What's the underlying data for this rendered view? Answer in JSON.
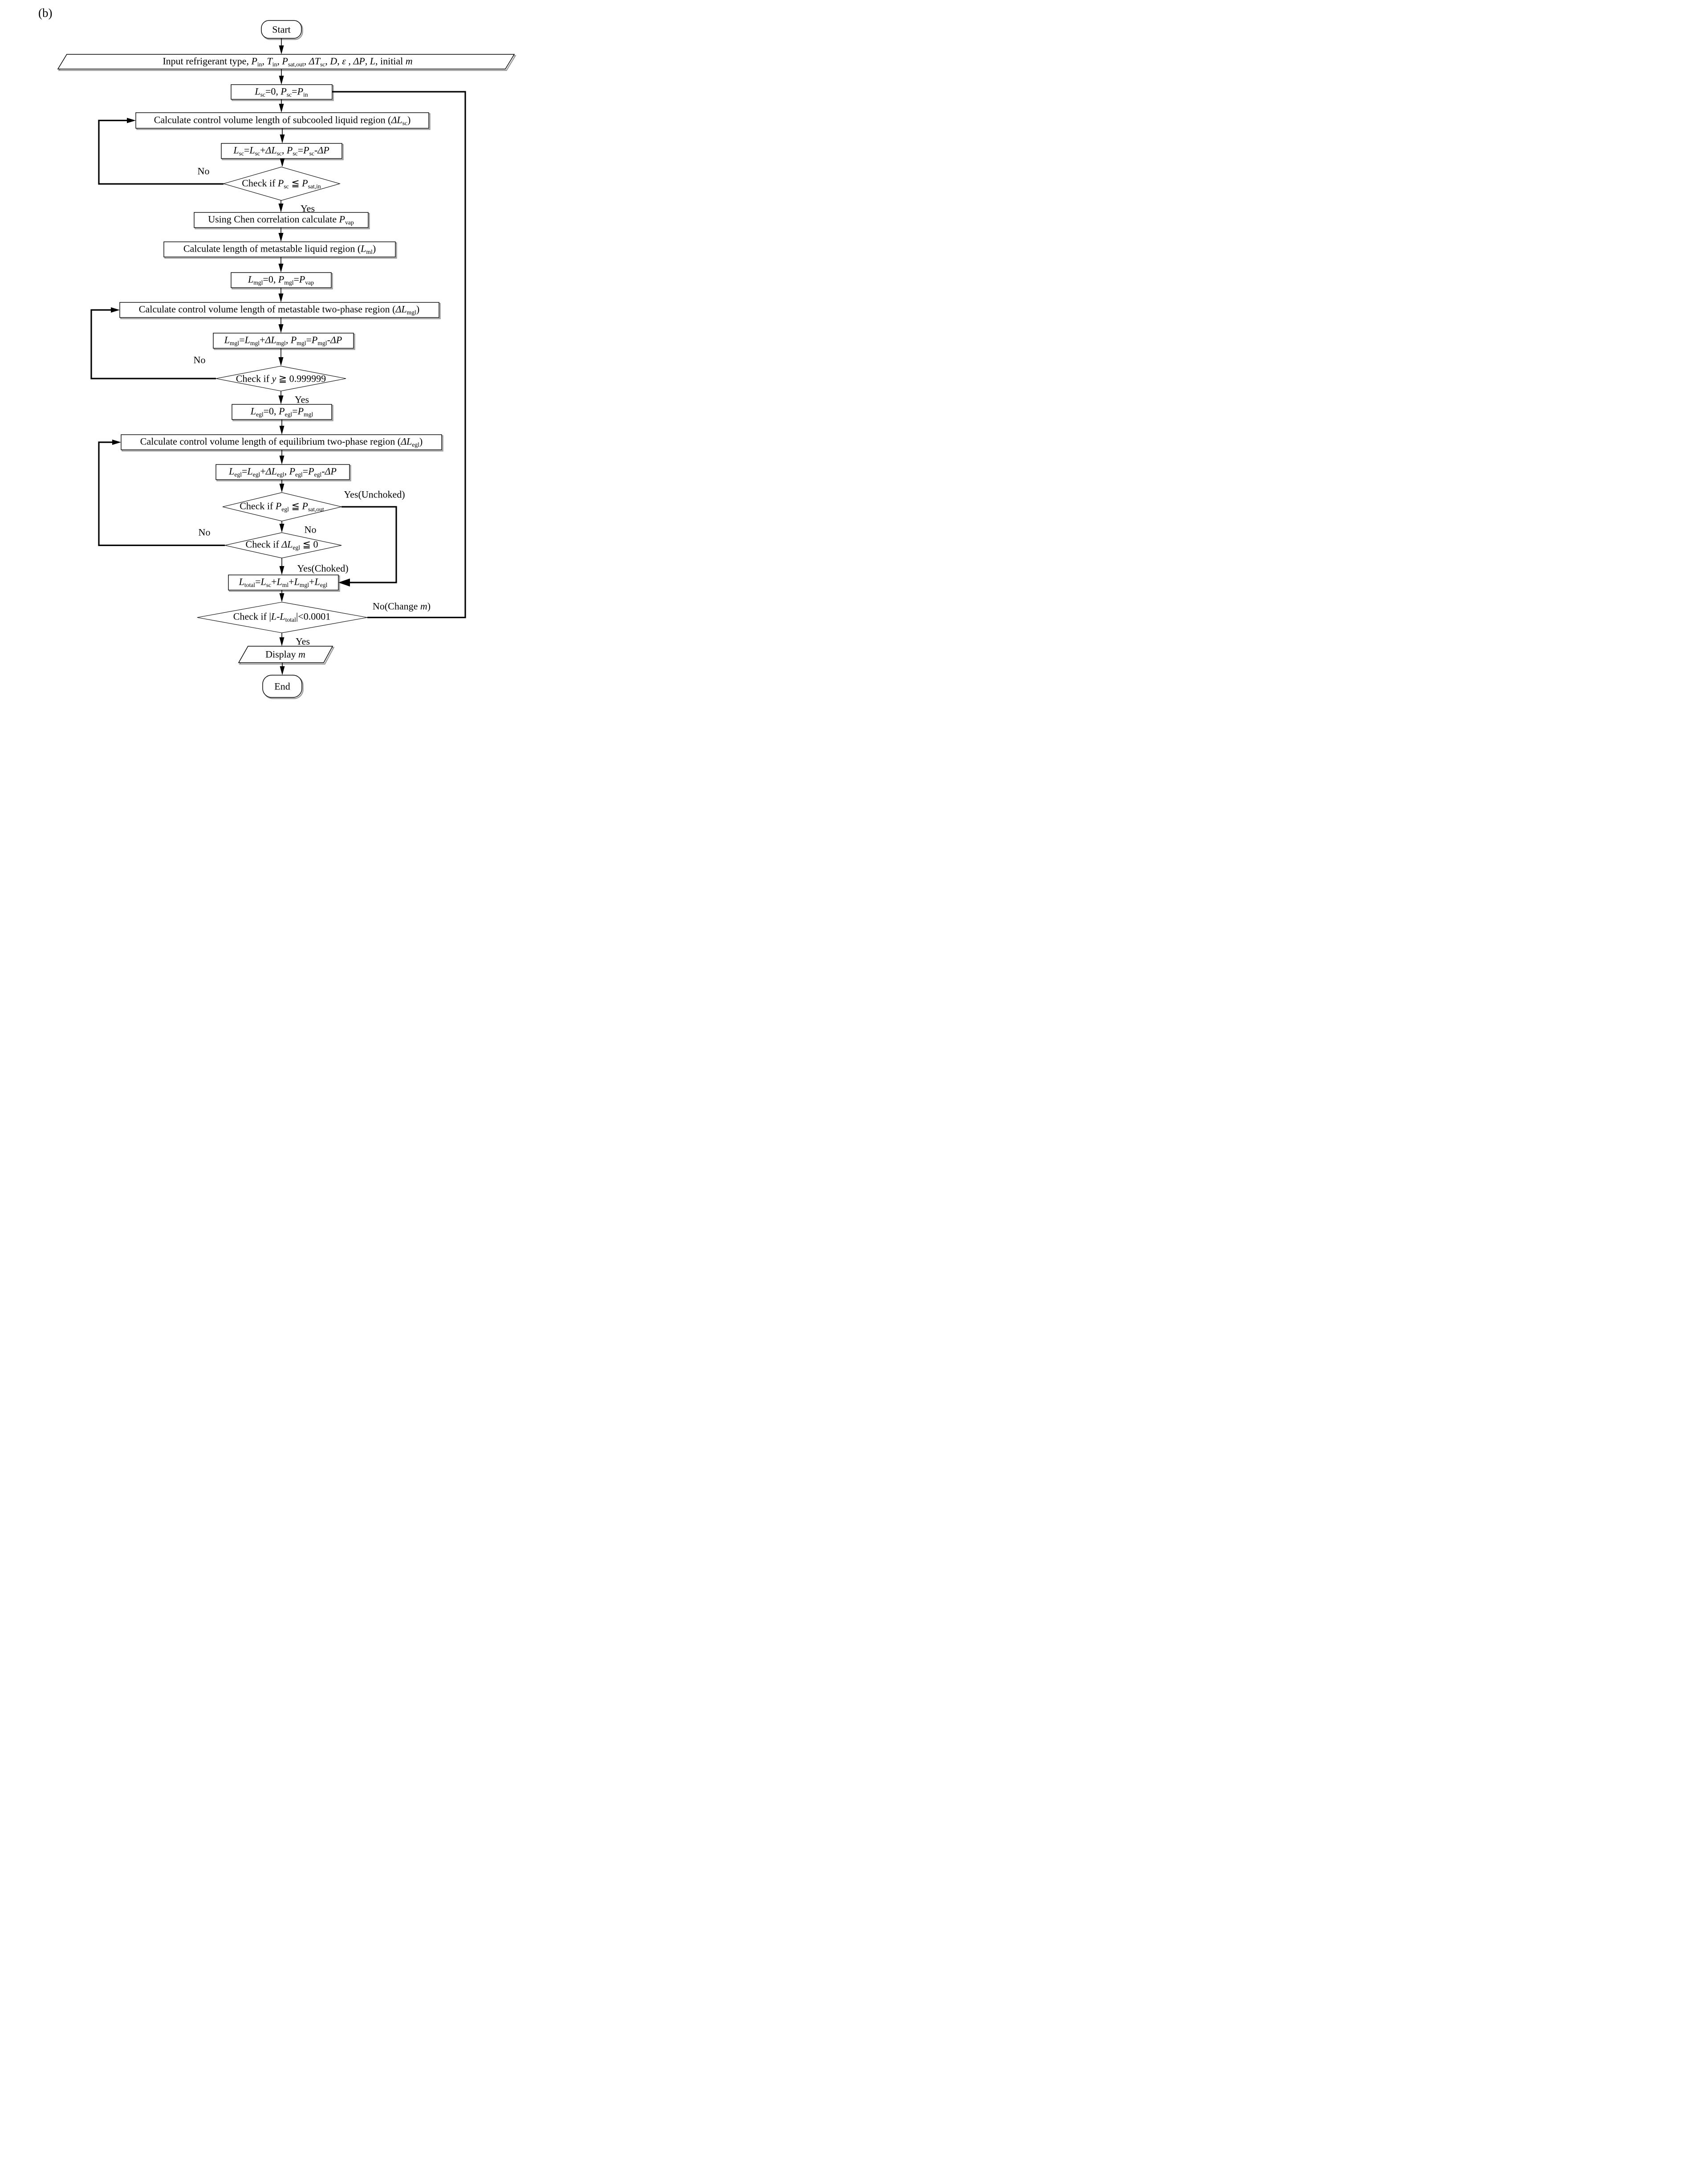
{
  "figure_label": "(b)",
  "colors": {
    "line": "#000000",
    "fill": "#ffffff",
    "shadow": "#9a9a9a"
  },
  "nodes": {
    "start": {
      "type": "terminator",
      "label": "Start"
    },
    "input": {
      "type": "io",
      "segments": [
        {
          "t": "Input refrigerant type, "
        },
        {
          "t": "P",
          "s": "i"
        },
        {
          "t": "in",
          "s": "sub"
        },
        {
          "t": ", "
        },
        {
          "t": "T",
          "s": "i"
        },
        {
          "t": "in",
          "s": "sub"
        },
        {
          "t": ", "
        },
        {
          "t": "P",
          "s": "i"
        },
        {
          "t": "sat,out",
          "s": "sub"
        },
        {
          "t": ", "
        },
        {
          "t": "ΔT",
          "s": "i"
        },
        {
          "t": "sc",
          "s": "sub"
        },
        {
          "t": ", "
        },
        {
          "t": "D",
          "s": "i"
        },
        {
          "t": ",  "
        },
        {
          "t": "ε",
          "s": "i"
        },
        {
          "t": " , "
        },
        {
          "t": "ΔP",
          "s": "i"
        },
        {
          "t": ", "
        },
        {
          "t": "L",
          "s": "i"
        },
        {
          "t": ", initial "
        },
        {
          "t": "m",
          "s": "i"
        }
      ]
    },
    "init_sc": {
      "type": "process",
      "segments": [
        {
          "t": "L",
          "s": "i"
        },
        {
          "t": "sc",
          "s": "sub"
        },
        {
          "t": "=0, "
        },
        {
          "t": "P",
          "s": "i"
        },
        {
          "t": "sc",
          "s": "sub"
        },
        {
          "t": "="
        },
        {
          "t": "P",
          "s": "i"
        },
        {
          "t": "in",
          "s": "sub"
        }
      ]
    },
    "calc_sc": {
      "type": "process",
      "segments": [
        {
          "t": "Calculate control volume length of subcooled liquid region ("
        },
        {
          "t": "ΔL",
          "s": "i"
        },
        {
          "t": "sc",
          "s": "sub"
        },
        {
          "t": ")"
        }
      ]
    },
    "update_sc": {
      "type": "process",
      "segments": [
        {
          "t": "L",
          "s": "i"
        },
        {
          "t": "sc",
          "s": "sub"
        },
        {
          "t": "="
        },
        {
          "t": "L",
          "s": "i"
        },
        {
          "t": "sc",
          "s": "sub"
        },
        {
          "t": "+"
        },
        {
          "t": "ΔL",
          "s": "i"
        },
        {
          "t": "sc",
          "s": "sub"
        },
        {
          "t": ", "
        },
        {
          "t": "P",
          "s": "i"
        },
        {
          "t": "sc",
          "s": "sub"
        },
        {
          "t": "="
        },
        {
          "t": "P",
          "s": "i"
        },
        {
          "t": "sc",
          "s": "sub"
        },
        {
          "t": "-"
        },
        {
          "t": "ΔP",
          "s": "i"
        }
      ]
    },
    "check_psc": {
      "type": "decision",
      "segments": [
        {
          "t": "Check if "
        },
        {
          "t": "P",
          "s": "i"
        },
        {
          "t": "sc",
          "s": "sub"
        },
        {
          "t": " ≦ "
        },
        {
          "t": "P",
          "s": "i"
        },
        {
          "t": "sat,in",
          "s": "sub"
        }
      ]
    },
    "chen": {
      "type": "process",
      "segments": [
        {
          "t": "Using Chen correlation calculate "
        },
        {
          "t": "P",
          "s": "i"
        },
        {
          "t": "vap",
          "s": "sub"
        }
      ]
    },
    "calc_ml": {
      "type": "process",
      "segments": [
        {
          "t": "Calculate length of metastable liquid region ("
        },
        {
          "t": "L",
          "s": "i"
        },
        {
          "t": "ml",
          "s": "sub"
        },
        {
          "t": ")"
        }
      ]
    },
    "init_mgl": {
      "type": "process",
      "segments": [
        {
          "t": "L",
          "s": "i"
        },
        {
          "t": "mgl",
          "s": "sub"
        },
        {
          "t": "=0, "
        },
        {
          "t": "P",
          "s": "i"
        },
        {
          "t": "mgl",
          "s": "sub"
        },
        {
          "t": "="
        },
        {
          "t": "P",
          "s": "i"
        },
        {
          "t": "vap",
          "s": "sub"
        }
      ]
    },
    "calc_mgl": {
      "type": "process",
      "segments": [
        {
          "t": "Calculate control volume length of  metastable two-phase region ("
        },
        {
          "t": "ΔL",
          "s": "i"
        },
        {
          "t": "mgl",
          "s": "sub"
        },
        {
          "t": ")"
        }
      ]
    },
    "update_mgl": {
      "type": "process",
      "segments": [
        {
          "t": "L",
          "s": "i"
        },
        {
          "t": "mgl",
          "s": "sub"
        },
        {
          "t": "="
        },
        {
          "t": "L",
          "s": "i"
        },
        {
          "t": "mgl",
          "s": "sub"
        },
        {
          "t": "+"
        },
        {
          "t": "ΔL",
          "s": "i"
        },
        {
          "t": "mgl",
          "s": "sub"
        },
        {
          "t": ", "
        },
        {
          "t": "P",
          "s": "i"
        },
        {
          "t": "mgl",
          "s": "sub"
        },
        {
          "t": "="
        },
        {
          "t": "P",
          "s": "i"
        },
        {
          "t": "mgl",
          "s": "sub"
        },
        {
          "t": "-"
        },
        {
          "t": "ΔP",
          "s": "i"
        }
      ]
    },
    "check_y": {
      "type": "decision",
      "segments": [
        {
          "t": "Check if "
        },
        {
          "t": "y",
          "s": "i"
        },
        {
          "t": " ≧ 0.999999"
        }
      ]
    },
    "init_egl": {
      "type": "process",
      "segments": [
        {
          "t": "L",
          "s": "i"
        },
        {
          "t": "egl",
          "s": "sub"
        },
        {
          "t": "=0, "
        },
        {
          "t": "P",
          "s": "i"
        },
        {
          "t": "egl",
          "s": "sub"
        },
        {
          "t": "="
        },
        {
          "t": "P",
          "s": "i"
        },
        {
          "t": "mgl",
          "s": "sub"
        }
      ]
    },
    "calc_egl": {
      "type": "process",
      "segments": [
        {
          "t": "Calculate control volume length of equilibrium two-phase region ("
        },
        {
          "t": "ΔL",
          "s": "i"
        },
        {
          "t": "egl",
          "s": "sub"
        },
        {
          "t": ")"
        }
      ]
    },
    "update_egl": {
      "type": "process",
      "segments": [
        {
          "t": "L",
          "s": "i"
        },
        {
          "t": "egl",
          "s": "sub"
        },
        {
          "t": "="
        },
        {
          "t": "L",
          "s": "i"
        },
        {
          "t": "egl",
          "s": "sub"
        },
        {
          "t": "+"
        },
        {
          "t": "ΔL",
          "s": "i"
        },
        {
          "t": "egl",
          "s": "sub"
        },
        {
          "t": ", "
        },
        {
          "t": "P",
          "s": "i"
        },
        {
          "t": "egl",
          "s": "sub"
        },
        {
          "t": "="
        },
        {
          "t": "P",
          "s": "i"
        },
        {
          "t": "egl",
          "s": "sub"
        },
        {
          "t": "-"
        },
        {
          "t": "ΔP",
          "s": "i"
        }
      ]
    },
    "check_pegl": {
      "type": "decision",
      "segments": [
        {
          "t": "Check if "
        },
        {
          "t": "P",
          "s": "i"
        },
        {
          "t": "egl",
          "s": "sub"
        },
        {
          "t": " ≦ "
        },
        {
          "t": "P",
          "s": "i"
        },
        {
          "t": "sat,out",
          "s": "sub"
        }
      ]
    },
    "check_dlegl": {
      "type": "decision",
      "segments": [
        {
          "t": "Check if "
        },
        {
          "t": "ΔL",
          "s": "i"
        },
        {
          "t": "egl",
          "s": "sub"
        },
        {
          "t": " ≦ 0"
        }
      ]
    },
    "total": {
      "type": "process",
      "segments": [
        {
          "t": "L",
          "s": "i"
        },
        {
          "t": "total",
          "s": "sub"
        },
        {
          "t": "="
        },
        {
          "t": "L",
          "s": "i"
        },
        {
          "t": "sc",
          "s": "sub"
        },
        {
          "t": "+"
        },
        {
          "t": "L",
          "s": "i"
        },
        {
          "t": "ml",
          "s": "sub"
        },
        {
          "t": "+"
        },
        {
          "t": "L",
          "s": "i"
        },
        {
          "t": "mgl",
          "s": "sub"
        },
        {
          "t": "+"
        },
        {
          "t": "L",
          "s": "i"
        },
        {
          "t": "egl",
          "s": "sub"
        }
      ]
    },
    "check_converge": {
      "type": "decision",
      "segments": [
        {
          "t": "Check if |"
        },
        {
          "t": "L",
          "s": "i"
        },
        {
          "t": "-"
        },
        {
          "t": "L",
          "s": "i"
        },
        {
          "t": "total",
          "s": "sub"
        },
        {
          "t": "|<0.0001"
        }
      ]
    },
    "display": {
      "type": "io",
      "segments": [
        {
          "t": "Display "
        },
        {
          "t": "m",
          "s": "i"
        }
      ]
    },
    "end": {
      "type": "terminator",
      "label": "End"
    }
  },
  "edge_labels": {
    "psc_no": "No",
    "psc_yes": "Yes",
    "y_no": "No",
    "y_yes": "Yes",
    "pegl_yes_unchoked": "Yes(Unchoked)",
    "pegl_no": "No",
    "dlegl_no": "No",
    "dlegl_yes_choked": "Yes(Choked)",
    "converge_no": [
      {
        "t": "No(Change "
      },
      {
        "t": "m",
        "s": "i"
      },
      {
        "t": ")"
      }
    ],
    "converge_yes": "Yes"
  }
}
